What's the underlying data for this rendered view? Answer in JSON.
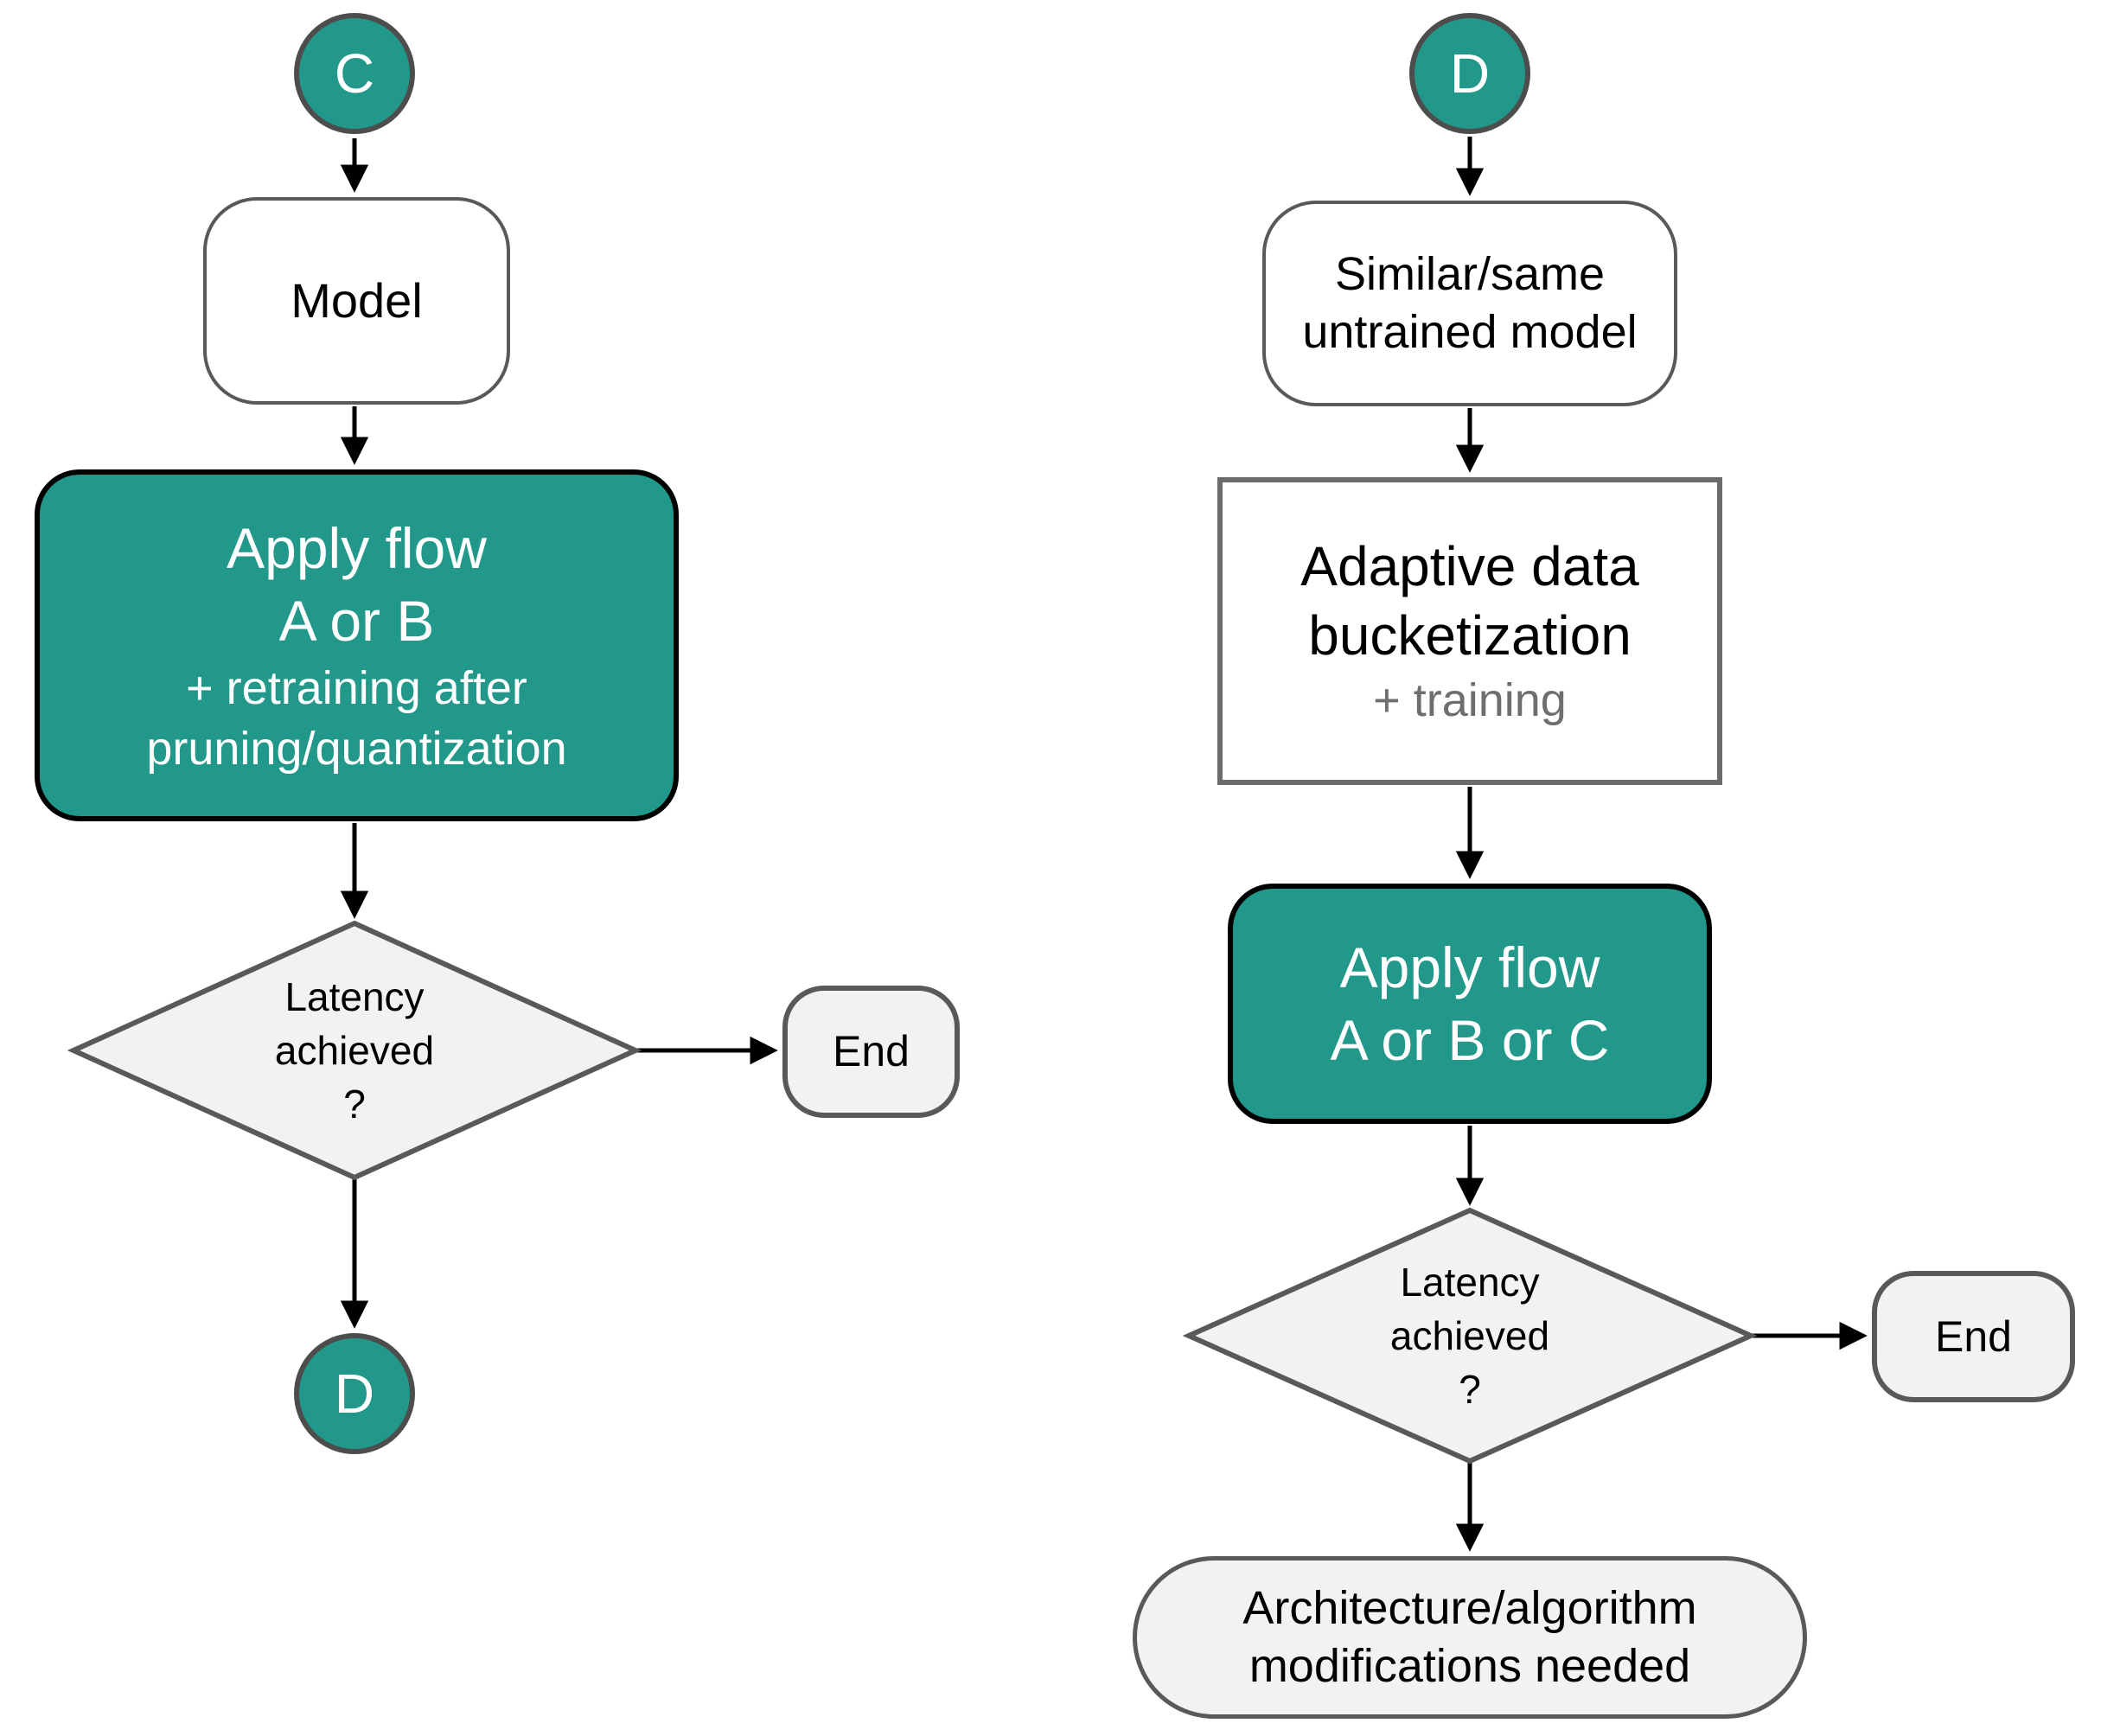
{
  "flow_c": {
    "start_label": "C",
    "model_label": "Model",
    "apply_box": {
      "line1": "Apply flow",
      "line2": "A or B",
      "line3": "+ retraining after",
      "line4": "pruning/quantization"
    },
    "decision": {
      "line1": "Latency",
      "line2": "achieved",
      "line3": "?"
    },
    "end_label": "End",
    "connector_label": "D"
  },
  "flow_d": {
    "start_label": "D",
    "untrained_box": {
      "line1": "Similar/same",
      "line2": "untrained model"
    },
    "bucketization_box": {
      "line1": "Adaptive data",
      "line2": "bucketization",
      "line3": "+ training"
    },
    "apply_box": {
      "line1": "Apply flow",
      "line2": "A or B or C"
    },
    "decision": {
      "line1": "Latency",
      "line2": "achieved",
      "line3": "?"
    },
    "end_label": "End",
    "fallback_box": {
      "line1": "Architecture/algorithm",
      "line2": "modifications needed"
    }
  },
  "colors": {
    "teal": "#21988a",
    "node_border": "#595959",
    "light_fill": "#f2f2f2",
    "muted_text": "#6e6e6e",
    "line": "#000000"
  }
}
